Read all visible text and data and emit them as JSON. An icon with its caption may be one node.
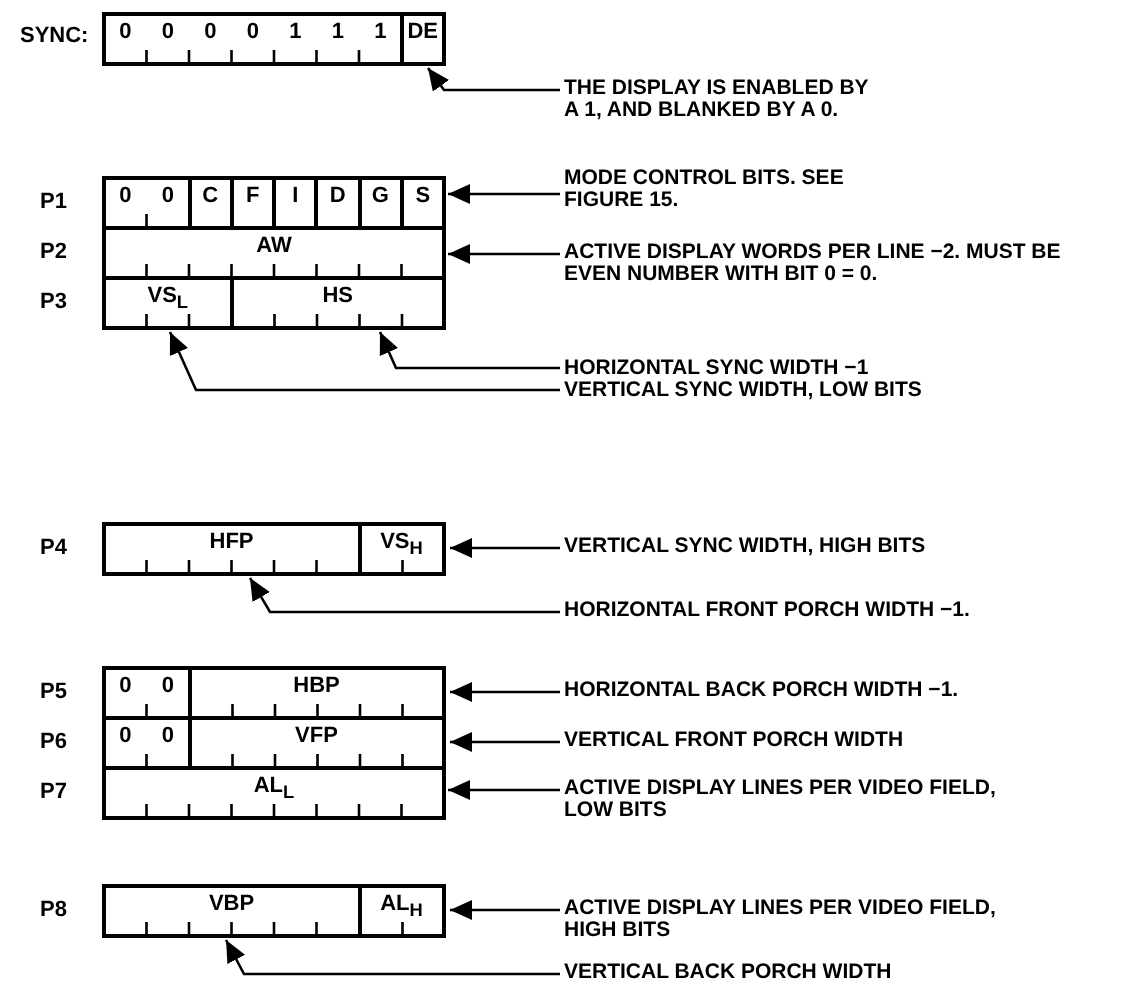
{
  "diagram": {
    "nodes": [
      {
        "text": [
          "0",
          "0",
          "0",
          "0",
          "1",
          "1",
          "1"
        ]
      },
      {
        "text": [
          "DE"
        ]
      },
      {
        "text": [
          "THE DISPLAY IS ENABLED BY A 1, AND BLANKED BY A 0."
        ]
      },
      {
        "text": [
          "0",
          "0"
        ]
      },
      {
        "text": [
          "C"
        ]
      },
      {
        "text": [
          "F"
        ]
      },
      {
        "text": [
          "I"
        ]
      },
      {
        "text": [
          "D"
        ]
      },
      {
        "text": [
          "G"
        ]
      },
      {
        "text": [
          "S"
        ]
      },
      {
        "text": [
          "MODE CONTROL BITS. SEE FIGURE 15."
        ]
      },
      {
        "text": [
          "AW"
        ]
      },
      {
        "text": [
          "ACTIVE DISPLAY WORDS PER LINE −2. MUST BE EVEN NUMBER WITH BIT 0 = 0."
        ]
      },
      {
        "text": [
          "VS$_{L}$"
        ]
      },
      {
        "text": [
          "HS"
        ]
      },
      {
        "text": [
          "HORIZONTAL SYNC WIDTH −1"
        ]
      },
      {
        "text": [
          "VERTICAL SYNC WIDTH, LOW BITS"
        ]
      },
      {
        "text": [
          "HFP"
        ]
      },
      {
        "text": [
          "VS$_{H}$"
        ]
      },
      {
        "text": [
          "VERTICAL SYNC WIDTH, HIGH BITS"
        ]
      },
      {
        "text": [
          "HORIZONTAL FRONT PORCH WIDTH −1."
        ]
      },
      {
        "text": [
          "0",
          "0"
        ]
      },
      {
        "text": [
          "HBP"
        ]
      },
      {
        "text": [
          "HORIZONTAL BACK PORCH WIDTH −1."
        ]
      },
      {
        "text": [
          "0",
          "0"
        ]
      },
      {
        "text": [
          "VFP"
        ]
      },
      {
        "text": [
          "VERTICAL FRONT PORCH WIDTH"
        ]
      },
      {
        "text": [
          "AL$_{L}$"
        ]
      },
      {
        "text": [
          "ACTIVE DISPLAY LINES PER VIDEO FIELD, LOW BITS"
        ]
      },
      {
        "text": [
          "VBP"
        ]
      },
      {
        "text": [
          "AL$_{H}$"
        ]
      },
      {
        "text": [
          "ACTIVE DISPLAY LINES PER VIDEO FIELD, HIGH BITS"
        ]
      },
      {
        "text": [
          "VERTICAL BACK PORCH WIDTH"
        ]
      }
    ],
    "edges": [
      {
        "from": 2,
        "to": 1,
        "arrow": "to"
      },
      {
        "from": 10,
        "to": 9,
        "arrow": "to"
      },
      {
        "from": 12,
        "to": 11,
        "arrow": "to"
      },
      {
        "from": 15,
        "to": 14,
        "arrow": "to"
      },
      {
        "from": 16,
        "to": 13,
        "arrow": "to"
      },
      {
        "from": 19,
        "to": 18,
        "arrow": "to"
      },
      {
        "from": 20,
        "to": 17,
        "arrow": "to"
      },
      {
        "from": 23,
        "to": 22,
        "arrow": "to"
      },
      {
        "from": 26,
        "to": 25,
        "arrow": "to"
      },
      {
        "from": 28,
        "to": 27,
        "arrow": "to"
      },
      {
        "from": 31,
        "to": 30,
        "arrow": "to"
      },
      {
        "from": 32,
        "to": 29,
        "arrow": "to"
      }
    ],
    "labels": [
      "SYNC:",
      "P1",
      "P2",
      "P3",
      "P4",
      "P5",
      "P6",
      "P7",
      "P8"
    ]
  }
}
